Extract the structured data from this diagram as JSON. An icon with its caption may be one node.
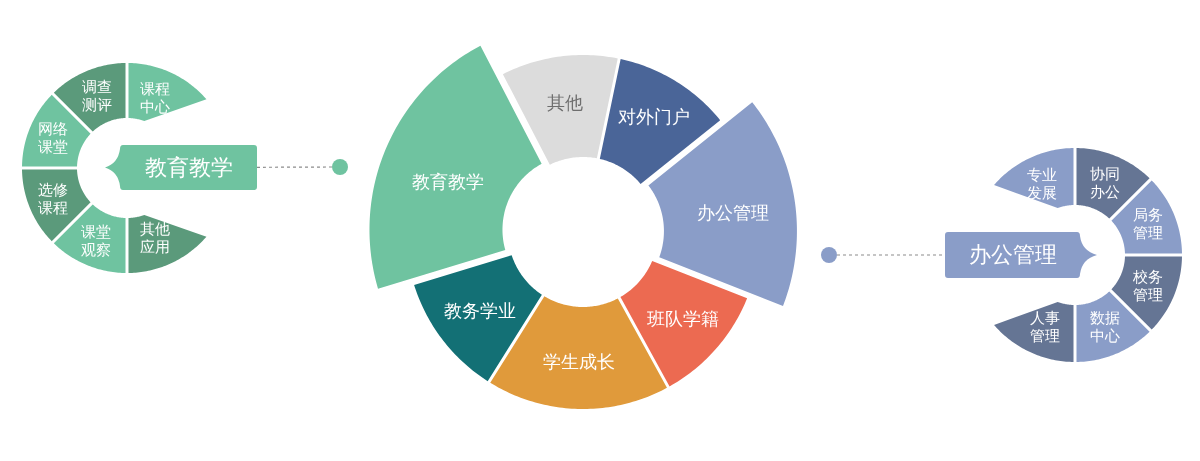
{
  "diagram": {
    "nodes": [
      {
        "text": [
          "教育教学"
        ]
      },
      {
        "text": [
          "调查测评"
        ]
      },
      {
        "text": [
          "课程中心"
        ]
      },
      {
        "text": [
          "网络课堂"
        ]
      },
      {
        "text": [
          "选修课程"
        ]
      },
      {
        "text": [
          "课堂观察"
        ]
      },
      {
        "text": [
          "其他应用"
        ]
      },
      {
        "text": [],
        "shape": "circle"
      },
      {
        "text": [
          "其他"
        ]
      },
      {
        "text": [
          "对外门户"
        ]
      },
      {
        "text": [
          "教育教学"
        ]
      },
      {
        "text": [
          "办公管理"
        ]
      },
      {
        "text": [
          "教务学业"
        ]
      },
      {
        "text": [
          "班队学籍"
        ]
      },
      {
        "text": [
          "学生成长"
        ]
      },
      {
        "text": [],
        "shape": "circle"
      },
      {
        "text": [
          "办公管理"
        ]
      },
      {
        "text": [
          "专业发展"
        ]
      },
      {
        "text": [
          "协同办公"
        ]
      },
      {
        "text": [
          "局务管理"
        ]
      },
      {
        "text": [
          "校务管理"
        ]
      },
      {
        "text": [
          "数据中心"
        ]
      },
      {
        "text": [
          "人事管理"
        ]
      }
    ],
    "edges": [
      {
        "from": 0,
        "to": 7,
        "arrow": "none",
        "style": "dashed"
      },
      {
        "from": 15,
        "to": 16,
        "arrow": "none",
        "style": "dashed"
      }
    ]
  }
}
